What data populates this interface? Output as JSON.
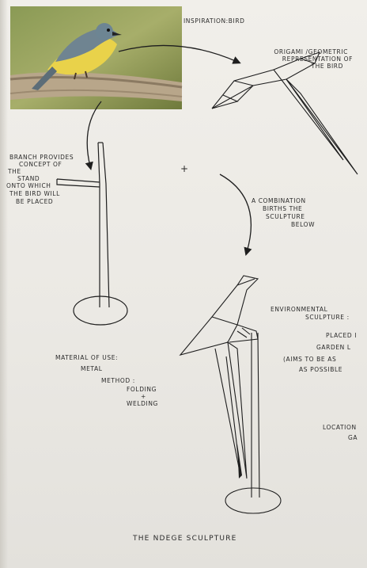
{
  "labels": {
    "inspiration": "INSPIRATION:BIRD",
    "origami_1": "ORIGAMI /GEOMETRIC",
    "origami_2": "REPRESENTATION OF",
    "origami_3": "THE BIRD",
    "branch_1": "BRANCH PROVIDES",
    "branch_2": "CONCEPT OF",
    "branch_3": "THE",
    "branch_4": "STAND",
    "branch_5": "ONTO WHICH",
    "branch_6": "THE BIRD WILL",
    "branch_7": "BE PLACED",
    "plus": "+",
    "combo_1": "A COMBINATION",
    "combo_2": "BIRTHS THE",
    "combo_3": "SCULPTURE",
    "combo_4": "BELOW",
    "env_1": "ENVIRONMENTAL",
    "env_2": "SCULPTURE :",
    "env_3": "PLACED I",
    "env_4": "GARDEN L",
    "env_5": "(AIMS TO BE AS",
    "env_6": "AS POSSIBLE",
    "material_1": "MATERIAL OF USE:",
    "material_2": "METAL",
    "method_1": "METHOD :",
    "method_2": "FOLDING",
    "method_3": "+",
    "method_4": "WELDING",
    "location_1": "LOCATION",
    "location_2": "GA",
    "title": "THE NDEGE SCULPTURE"
  }
}
